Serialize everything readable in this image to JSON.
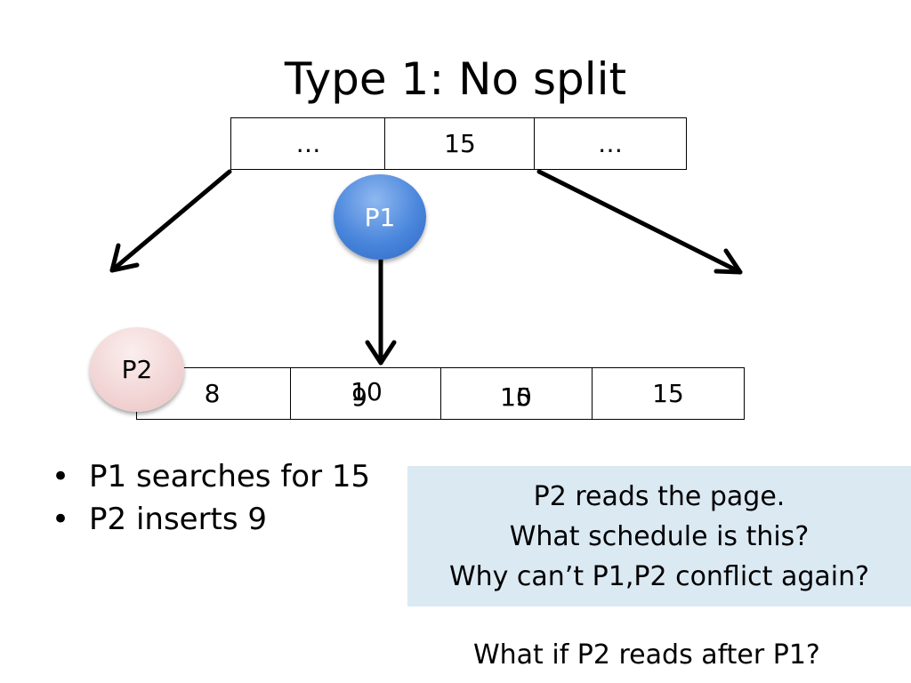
{
  "slide": {
    "title": "Type 1: No split"
  },
  "top_node": {
    "cells": [
      "…",
      "15",
      "…"
    ]
  },
  "leaf_node": {
    "cells": [
      "8",
      "9",
      "10",
      "15"
    ],
    "overlays": [
      "10",
      "15"
    ]
  },
  "processes": {
    "p1": "P1",
    "p2": "P2",
    "p1_color": "#4a86dc",
    "p2_color": "#f2d4d4"
  },
  "bullets": {
    "marker": "•",
    "items": [
      "P1 searches for 15",
      "P2 inserts 9"
    ]
  },
  "callout": {
    "line1": "P2 reads the page.",
    "line2": "What schedule is this?",
    "line3": "Why can’t P1,P2 conflict again?",
    "background": "#dbe9f3"
  },
  "question": "What if P2 reads after P1?"
}
